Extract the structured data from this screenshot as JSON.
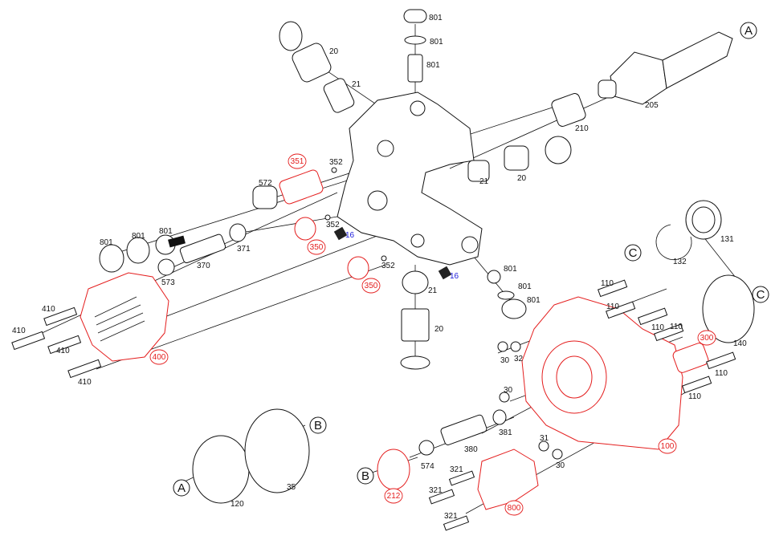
{
  "diagram": {
    "colors": {
      "black_part": "#111111",
      "red_part": "#e41e1e",
      "blue_label": "#1a1adc"
    },
    "callouts_black": [
      "801",
      "801",
      "801",
      "20",
      "21",
      "205",
      "210",
      "20",
      "21",
      "352",
      "572",
      "801",
      "801",
      "801",
      "371",
      "370",
      "573",
      "352",
      "352",
      "21",
      "20",
      "801",
      "801",
      "801",
      "110",
      "110",
      "110",
      "110",
      "110",
      "110",
      "140",
      "131",
      "132",
      "30",
      "32",
      "30",
      "381",
      "31",
      "30",
      "380",
      "574",
      "321",
      "321",
      "321",
      "410",
      "410",
      "410",
      "410",
      "35",
      "120"
    ],
    "callouts_red": [
      "351",
      "350",
      "350",
      "400",
      "300",
      "100",
      "212",
      "800"
    ],
    "callouts_blue": [
      "16",
      "16"
    ],
    "connectors": [
      "A",
      "A",
      "B",
      "B",
      "C",
      "C"
    ]
  }
}
